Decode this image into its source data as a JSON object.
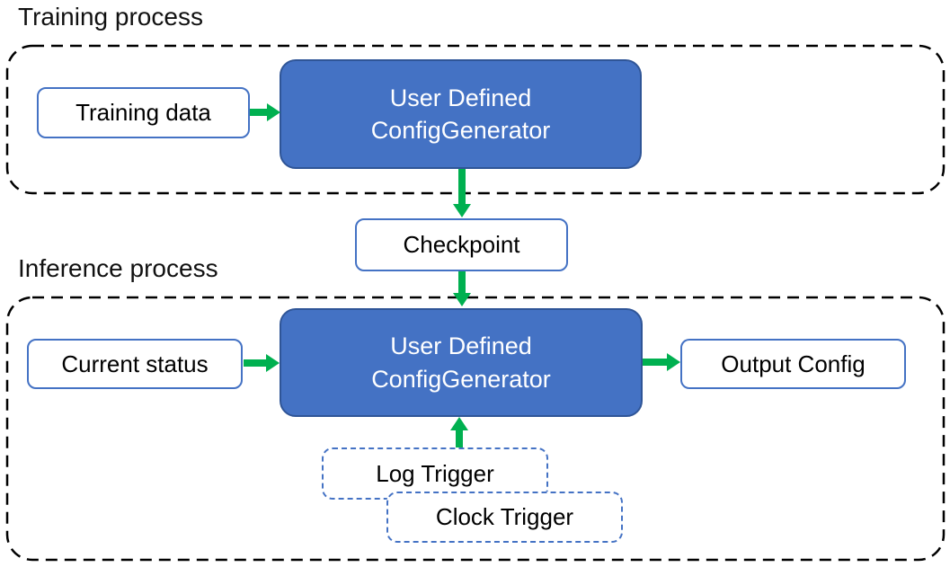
{
  "training": {
    "label": "Training process",
    "data_box": "Training data",
    "generator": {
      "line1": "User Defined",
      "line2": "ConfigGenerator"
    }
  },
  "checkpoint": {
    "label": "Checkpoint"
  },
  "inference": {
    "label": "Inference process",
    "status_box": "Current status",
    "generator": {
      "line1": "User Defined",
      "line2": "ConfigGenerator"
    },
    "output_box": "Output Config",
    "log_trigger": "Log Trigger",
    "clock_trigger": "Clock Trigger"
  },
  "colors": {
    "node_fill_blue": "#4472C4",
    "node_border_blue_dark": "#2F5597",
    "box_border_blue": "#4472C4",
    "arrow_green": "#00B050",
    "container_dash": "#000000"
  }
}
